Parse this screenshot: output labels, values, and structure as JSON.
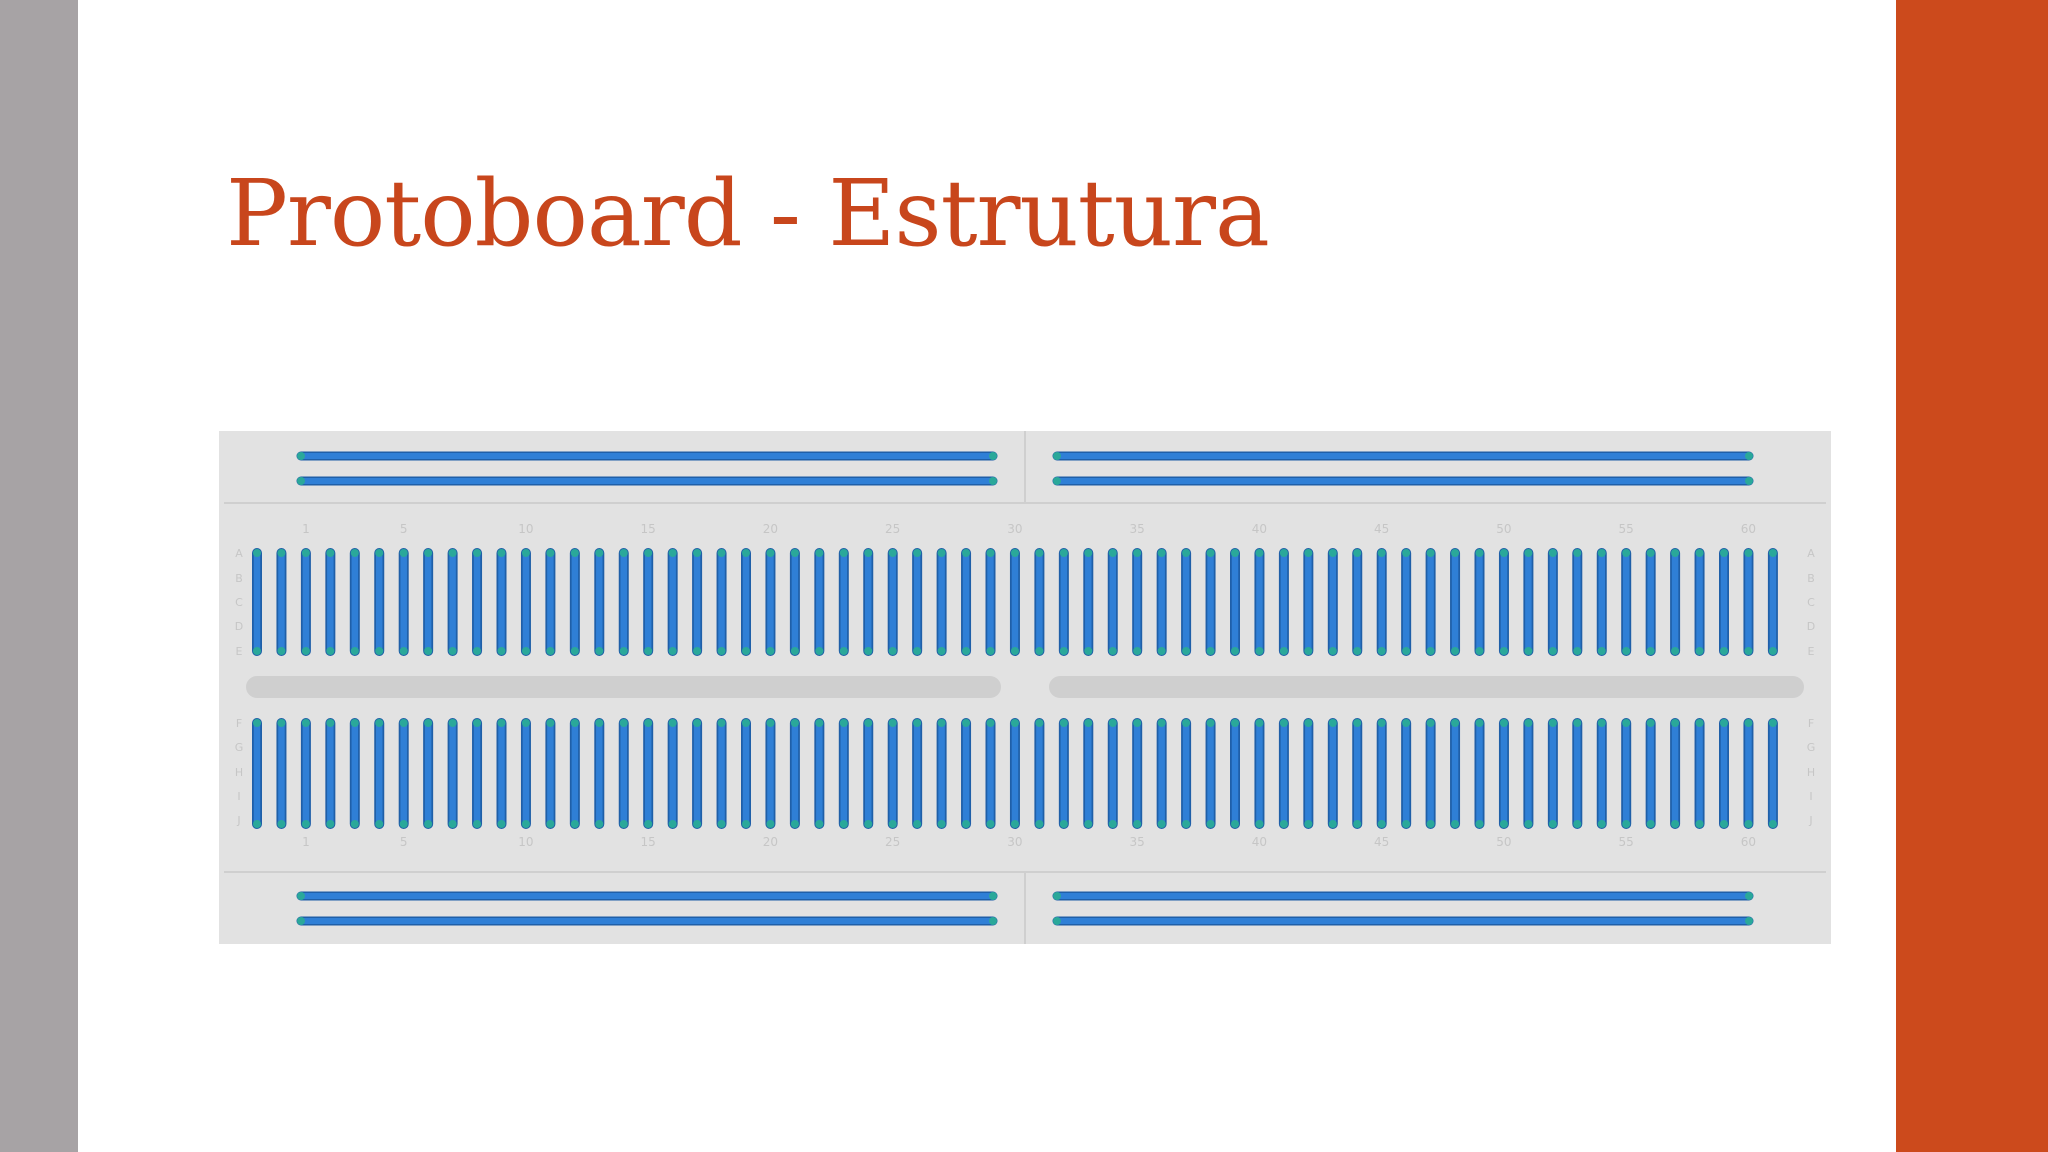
{
  "slide": {
    "title": "Protoboard - Estrutura",
    "colors": {
      "title": "#c8461c",
      "left_band": "#a7a3a5",
      "right_band": "#cc4a1c",
      "background": "#ffffff"
    }
  },
  "breadboard": {
    "image": "breadboard-diagram",
    "columns": 63,
    "column_numbers": [
      "1",
      "5",
      "10",
      "15",
      "20",
      "25",
      "30",
      "35",
      "40",
      "45",
      "50",
      "55",
      "60"
    ],
    "row_letters_top": [
      "A",
      "B",
      "C",
      "D",
      "E"
    ],
    "row_letters_bottom": [
      "F",
      "G",
      "H",
      "I",
      "J"
    ],
    "colors": {
      "board": "#e2e2e2",
      "connection": "#2f7fd6",
      "connection_edge": "#1f5fa8",
      "hole": "#2aa89a",
      "label": "#c6c6c6",
      "divider": "#cfcfcf"
    }
  }
}
